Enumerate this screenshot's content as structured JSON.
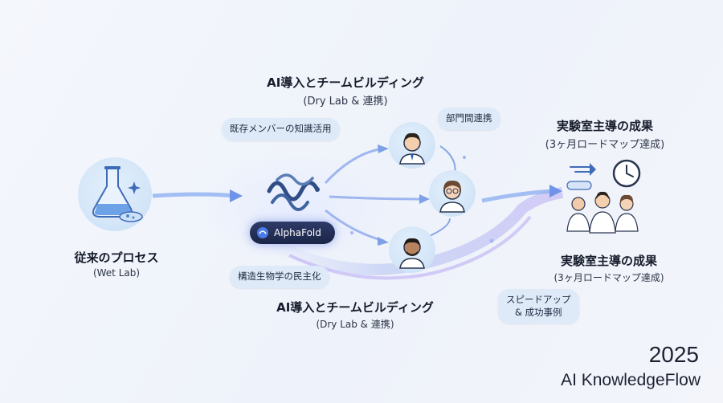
{
  "top_title": {
    "line1": "AI導入とチームビルディング",
    "line2": "(Dry Lab & 連携)"
  },
  "bottom_title": {
    "line1": "AI導入とチームビルディング",
    "line2": "(Dry Lab & 連携)"
  },
  "left": {
    "title": "従来のプロセス",
    "subtitle": "(Wet Lab)"
  },
  "right_top": {
    "title": "実験室主導の成果",
    "subtitle": "(3ヶ月ロードマップ達成)"
  },
  "right_mid": {
    "title": "実験室主導の成果",
    "subtitle": "(3ヶ月ロードマップ達成)"
  },
  "bubbles": {
    "existing_members": "既存メンバーの知識活用",
    "interdepartment": "部門間連携",
    "democratization": "構造生物学の民主化",
    "speedup_line1": "スピードアップ",
    "speedup_line2": "& 成功事例"
  },
  "badge": {
    "label": "AlphaFold"
  },
  "footer": {
    "year": "2025",
    "brand": "AI KnowledgeFlow"
  },
  "colors": {
    "accent": "#6f8fe8",
    "bubble": "#dfeaf8",
    "badge": "#1b2547"
  }
}
